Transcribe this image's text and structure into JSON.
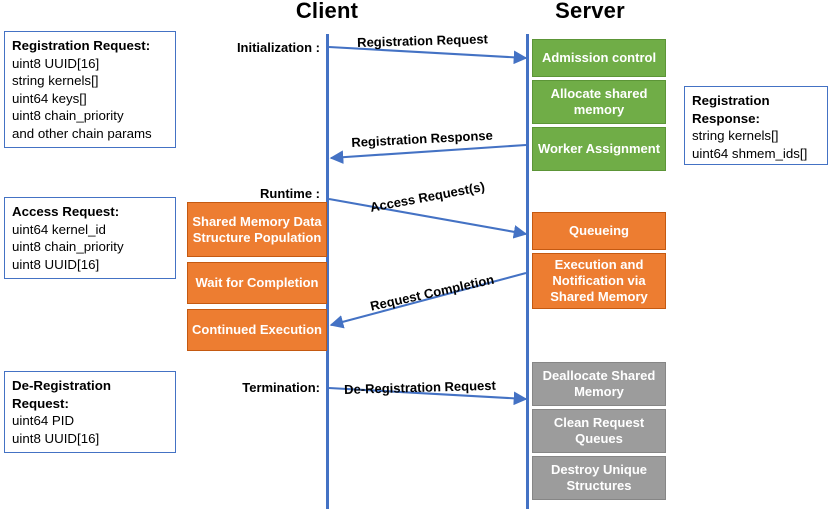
{
  "colors": {
    "lifeline": "#4472C4",
    "note_border": "#4472C4",
    "server_init": "#70AD47",
    "runtime": "#ED7D31",
    "termination": "#9C9C9C",
    "arrow": "#4472C4",
    "text_on_fill": "#FFFFFF",
    "background": "#FFFFFF"
  },
  "headers": {
    "client": "Client",
    "server": "Server"
  },
  "phases": [
    {
      "id": "initialization",
      "label": "Initialization :"
    },
    {
      "id": "runtime",
      "label": "Runtime :"
    },
    {
      "id": "termination",
      "label": "Termination:"
    }
  ],
  "notes": {
    "registration_request": {
      "title": "Registration Request:",
      "fields": [
        "uint8 UUID[16]",
        "string kernels[]",
        "uint64 keys[]",
        "uint8 chain_priority",
        "and other chain params"
      ]
    },
    "registration_response": {
      "title_line1": "Registration",
      "title_line2": "Response:",
      "fields": [
        "string kernels[]",
        "uint64 shmem_ids[]"
      ]
    },
    "access_request": {
      "title": "Access Request:",
      "fields": [
        "uint64 kernel_id",
        "uint8 chain_priority",
        "uint8 UUID[16]"
      ]
    },
    "deregistration_request": {
      "title_line1": "De-Registration",
      "title_line2": "Request:",
      "fields": [
        "uint64 PID",
        "uint8 UUID[16]"
      ]
    }
  },
  "client_activities": [
    {
      "id": "shared-memory-population",
      "label": "Shared Memory Data Structure Population",
      "phase": "runtime",
      "color": "#ED7D31"
    },
    {
      "id": "wait-for-completion",
      "label": "Wait for Completion",
      "phase": "runtime",
      "color": "#ED7D31"
    },
    {
      "id": "continued-execution",
      "label": "Continued Execution",
      "phase": "runtime",
      "color": "#ED7D31"
    }
  ],
  "server_activities": [
    {
      "id": "admission-control",
      "label": "Admission control",
      "phase": "initialization",
      "color": "#70AD47"
    },
    {
      "id": "allocate-shared-memory",
      "label": "Allocate shared memory",
      "phase": "initialization",
      "color": "#70AD47"
    },
    {
      "id": "worker-assignment",
      "label": "Worker Assignment",
      "phase": "initialization",
      "color": "#70AD47"
    },
    {
      "id": "queueing",
      "label": "Queueing",
      "phase": "runtime",
      "color": "#ED7D31"
    },
    {
      "id": "execution-notification",
      "label": "Execution and Notification via Shared Memory",
      "phase": "runtime",
      "color": "#ED7D31"
    },
    {
      "id": "deallocate-shared-memory",
      "label": "Deallocate Shared Memory",
      "phase": "termination",
      "color": "#9C9C9C"
    },
    {
      "id": "clean-request-queues",
      "label": "Clean Request Queues",
      "phase": "termination",
      "color": "#9C9C9C"
    },
    {
      "id": "destroy-unique-structures",
      "label": "Destroy Unique Structures",
      "phase": "termination",
      "color": "#9C9C9C"
    }
  ],
  "messages": [
    {
      "id": "registration-request",
      "label": "Registration Request",
      "direction": "client-to-server",
      "phase": "initialization"
    },
    {
      "id": "registration-response",
      "label": "Registration Response",
      "direction": "server-to-client",
      "phase": "initialization"
    },
    {
      "id": "access-requests",
      "label": "Access Request(s)",
      "direction": "client-to-server",
      "phase": "runtime"
    },
    {
      "id": "request-completion",
      "label": "Request Completion",
      "direction": "server-to-client",
      "phase": "runtime"
    },
    {
      "id": "deregistration-request",
      "label": "De-Registration Request",
      "direction": "client-to-server",
      "phase": "termination"
    }
  ]
}
